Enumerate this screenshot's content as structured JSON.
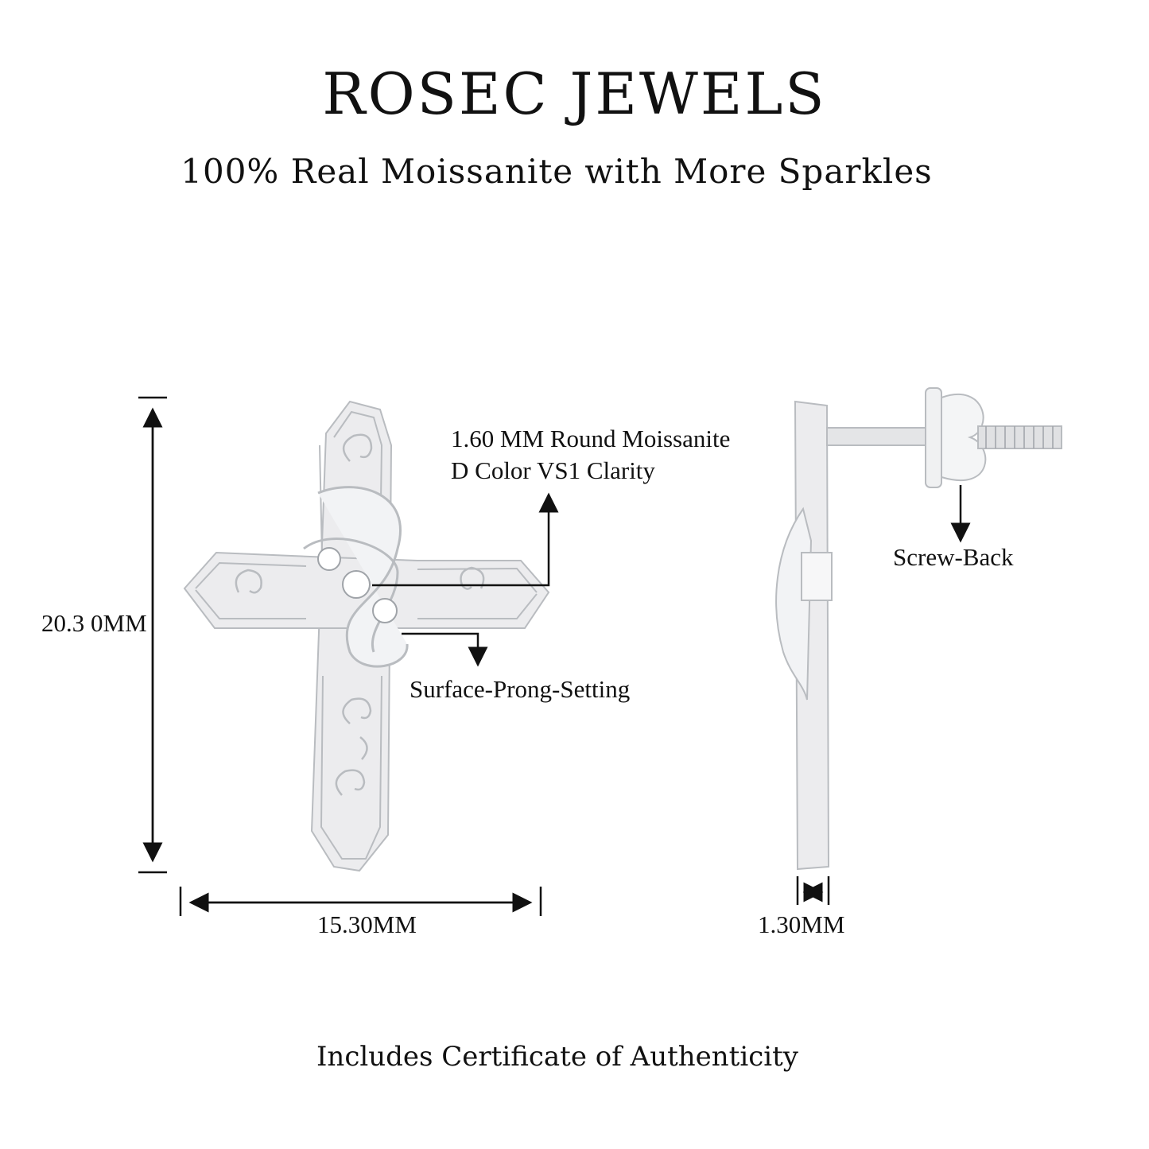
{
  "header": {
    "brand": "ROSEC JEWELS",
    "tagline": "100% Real Moissanite with More Sparkles"
  },
  "annotations": {
    "stone_line1": "1.60 MM Round Moissanite",
    "stone_line2": "D Color VS1 Clarity",
    "setting": "Surface-Prong-Setting",
    "back": "Screw-Back"
  },
  "dimensions": {
    "height": "20.3 0MM",
    "width": "15.30MM",
    "thickness": "1.30MM"
  },
  "footer": {
    "certificate": "Includes Certificate of Authenticity"
  },
  "colors": {
    "metal": "#e9eaec",
    "metal_edge": "#b9bcc0",
    "ink": "#111111"
  }
}
